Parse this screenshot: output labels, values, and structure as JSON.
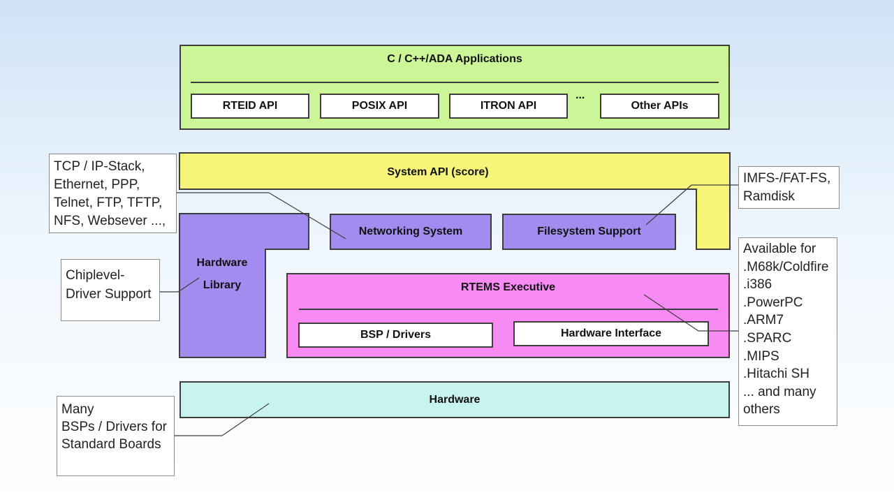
{
  "applications": {
    "title": "C / C++/ADA Applications",
    "apis": [
      "RTEID API",
      "POSIX API",
      "ITRON API",
      "Other APIs"
    ],
    "ellipsis": "..."
  },
  "system_api": "System API (score)",
  "networking": "Networking System",
  "filesystem": "Filesystem Support",
  "hardware_library": "Hardware\nLibrary",
  "rtems_executive": {
    "title": "RTEMS Executive",
    "bsp": "BSP / Drivers",
    "hw_interface": "Hardware Interface"
  },
  "hardware": "Hardware",
  "notes": {
    "tcpip": "TCP / IP-Stack,\nEthernet, PPP,\nTelnet, FTP, TFTP,\nNFS, Websever ...,",
    "chiplevel": "Chiplevel-\nDriver Support",
    "bsps": "Many\nBSPs / Drivers for\nStandard Boards",
    "imfs": "IMFS-/FAT-FS,\nRamdisk",
    "available": "Available for\n.M68k/Coldfire\n.i386\n.PowerPC\n.ARM7\n.SPARC\n.MIPS\n.Hitachi SH\n... and many\nothers"
  },
  "colors": {
    "applications": "#ccf598",
    "system_api": "#f6f57a",
    "purple": "#a28cf0",
    "rtems": "#f78bf3",
    "hardware": "#c7f4ee"
  }
}
